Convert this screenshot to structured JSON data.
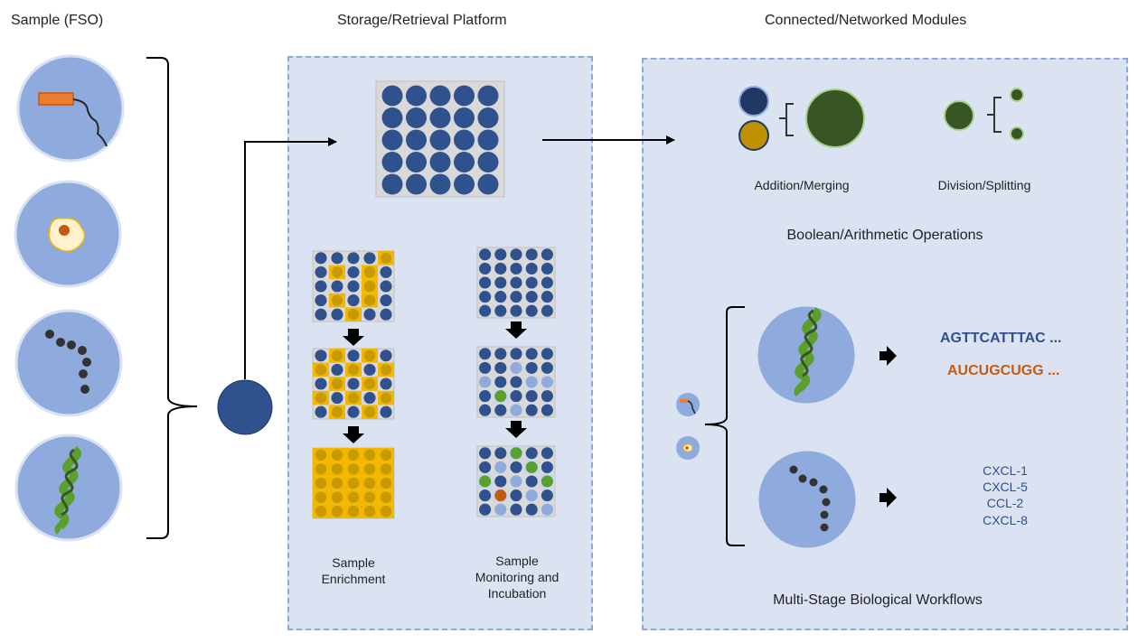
{
  "headers": {
    "sample": "Sample (FSO)",
    "storage": "Storage/Retrieval Platform",
    "modules": "Connected/Networked Modules"
  },
  "storage_labels": {
    "enrichment": [
      "Sample",
      "Enrichment"
    ],
    "monitoring": [
      "Sample",
      "Monitoring and",
      "Incubation"
    ]
  },
  "module_labels": {
    "merging": "Addition/Merging",
    "splitting": "Division/Splitting",
    "boolean": "Boolean/Arithmetic Operations",
    "workflows": "Multi-Stage Biological Workflows"
  },
  "sequences": {
    "dna": "AGTTCATTTAC ...",
    "rna": "AUCUGCUGG ..."
  },
  "cytokines": [
    "CXCL-1",
    "CXCL-5",
    "CCL-2",
    "CXCL-8"
  ],
  "colors": {
    "panel_fill": "#dbe3f2",
    "panel_border": "#8ea9d8",
    "droplet_blue": "#2f528f",
    "droplet_yellow": "#f2b800",
    "dark_green": "#375623",
    "bright_green": "#5aa02c",
    "rna_orange": "#c55a11",
    "sample_circle": "#8faadc"
  }
}
